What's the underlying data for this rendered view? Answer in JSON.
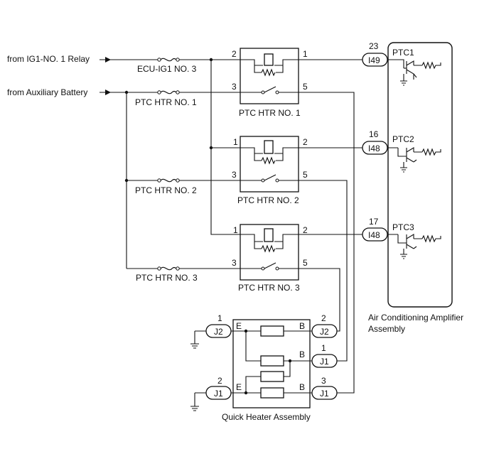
{
  "inputs": {
    "ig1_relay": "from IG1-NO. 1 Relay",
    "aux_battery": "from Auxiliary Battery"
  },
  "fuses": {
    "ecu_ig1": "ECU-IG1 NO. 3",
    "ptc1": "PTC HTR NO. 1",
    "ptc2": "PTC HTR NO. 2",
    "ptc3": "PTC HTR NO. 3"
  },
  "relays": [
    {
      "label": "PTC HTR NO. 1",
      "coil_in": "2",
      "coil_out": "1",
      "sw_in": "3",
      "sw_out": "5"
    },
    {
      "label": "PTC HTR NO. 2",
      "coil_in": "1",
      "coil_out": "2",
      "sw_in": "3",
      "sw_out": "5"
    },
    {
      "label": "PTC HTR NO. 3",
      "coil_in": "1",
      "coil_out": "2",
      "sw_in": "3",
      "sw_out": "5"
    }
  ],
  "connectors": {
    "i49": {
      "pin": "23",
      "name": "I49"
    },
    "i48a": {
      "pin": "16",
      "name": "I48"
    },
    "i48b": {
      "pin": "17",
      "name": "I48"
    },
    "j2_left": {
      "pin": "1",
      "name": "J2"
    },
    "j1_left": {
      "pin": "2",
      "name": "J1"
    },
    "j2_right": {
      "pin": "2",
      "name": "J2"
    },
    "j1_mid": {
      "pin": "1",
      "name": "J1"
    },
    "j1_right": {
      "pin": "3",
      "name": "J1"
    }
  },
  "amplifier": {
    "ptc1": "PTC1",
    "ptc2": "PTC2",
    "ptc3": "PTC3",
    "label_line1": "Air Conditioning Amplifier",
    "label_line2": "Assembly"
  },
  "quick_heater": {
    "label": "Quick Heater Assembly",
    "e_top": "E",
    "e_bottom": "E",
    "b_top": "B",
    "b_mid": "B",
    "b_bottom": "B"
  }
}
